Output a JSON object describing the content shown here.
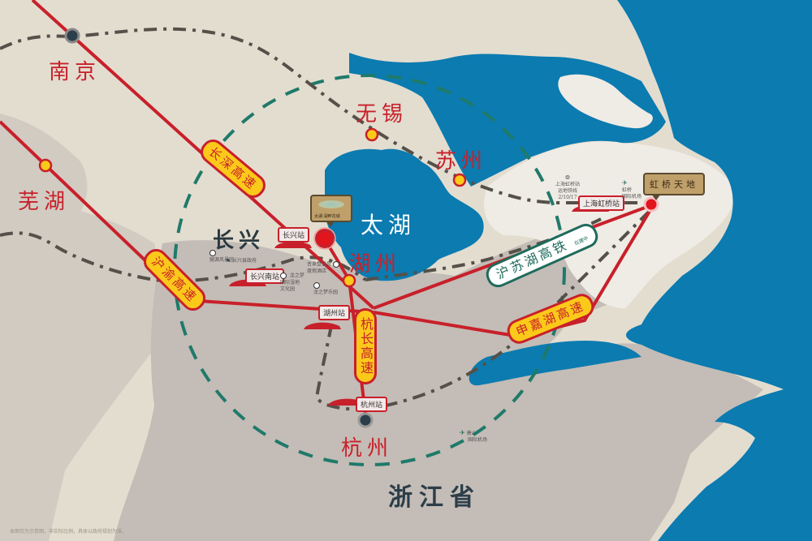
{
  "map": {
    "cities": {
      "nanjing": "南京",
      "wuhu": "芜湖",
      "wuxi": "无锡",
      "suzhou": "苏州",
      "changxing": "长兴",
      "huzhou": "湖州",
      "hangzhou": "杭州"
    },
    "lake": "太湖",
    "province": "浙江省",
    "highways": {
      "changshen": "长深高速",
      "huyu": "沪渝高速",
      "hangchang": "杭长高速",
      "shenjiahu": "申嘉湖高速"
    },
    "railway": {
      "label": "沪苏湖高铁",
      "status": "在建中"
    },
    "stations": {
      "changxing": "长兴站",
      "changxing_south": "长兴南站",
      "huzhou": "湖州站",
      "hangzhou": "杭州站",
      "hongqiao": "上海虹桥站"
    },
    "pois": {
      "scenic": "骊源风景区",
      "gov": "长兴县政府",
      "dream_park": [
        "龙之梦",
        "国际湿地",
        "文化园"
      ],
      "hotel": [
        "吉来登温泉",
        "度假酒店"
      ],
      "amusement": "龙之梦乐园",
      "metro": [
        "上海虹桥站",
        "运地铁线",
        "2/10/17"
      ],
      "hongqiao_airport": [
        "虹桥",
        "国际机场"
      ],
      "xiaoshan_airport": [
        "萧山",
        "国际机场"
      ]
    },
    "project": {
      "hongqiao_tiandi": "虹桥天地",
      "logo_text": "太湖·湖畔花城"
    },
    "disclaimer": "本图仅为示意图，非实际比例，具体以政府规划为准。",
    "colors": {
      "water": "#0b7bb0",
      "land_light": "#e3ddd0",
      "land_gray": "#c4bcb6",
      "land_mid": "#d1cbc2",
      "shanghai": "#efebe5",
      "highway_red": "#c8202a",
      "highway_fill": "#fbc91a",
      "railway_green": "#1e6b5c",
      "dash_gray": "#555049",
      "circle_teal": "#1f7a6a"
    }
  }
}
